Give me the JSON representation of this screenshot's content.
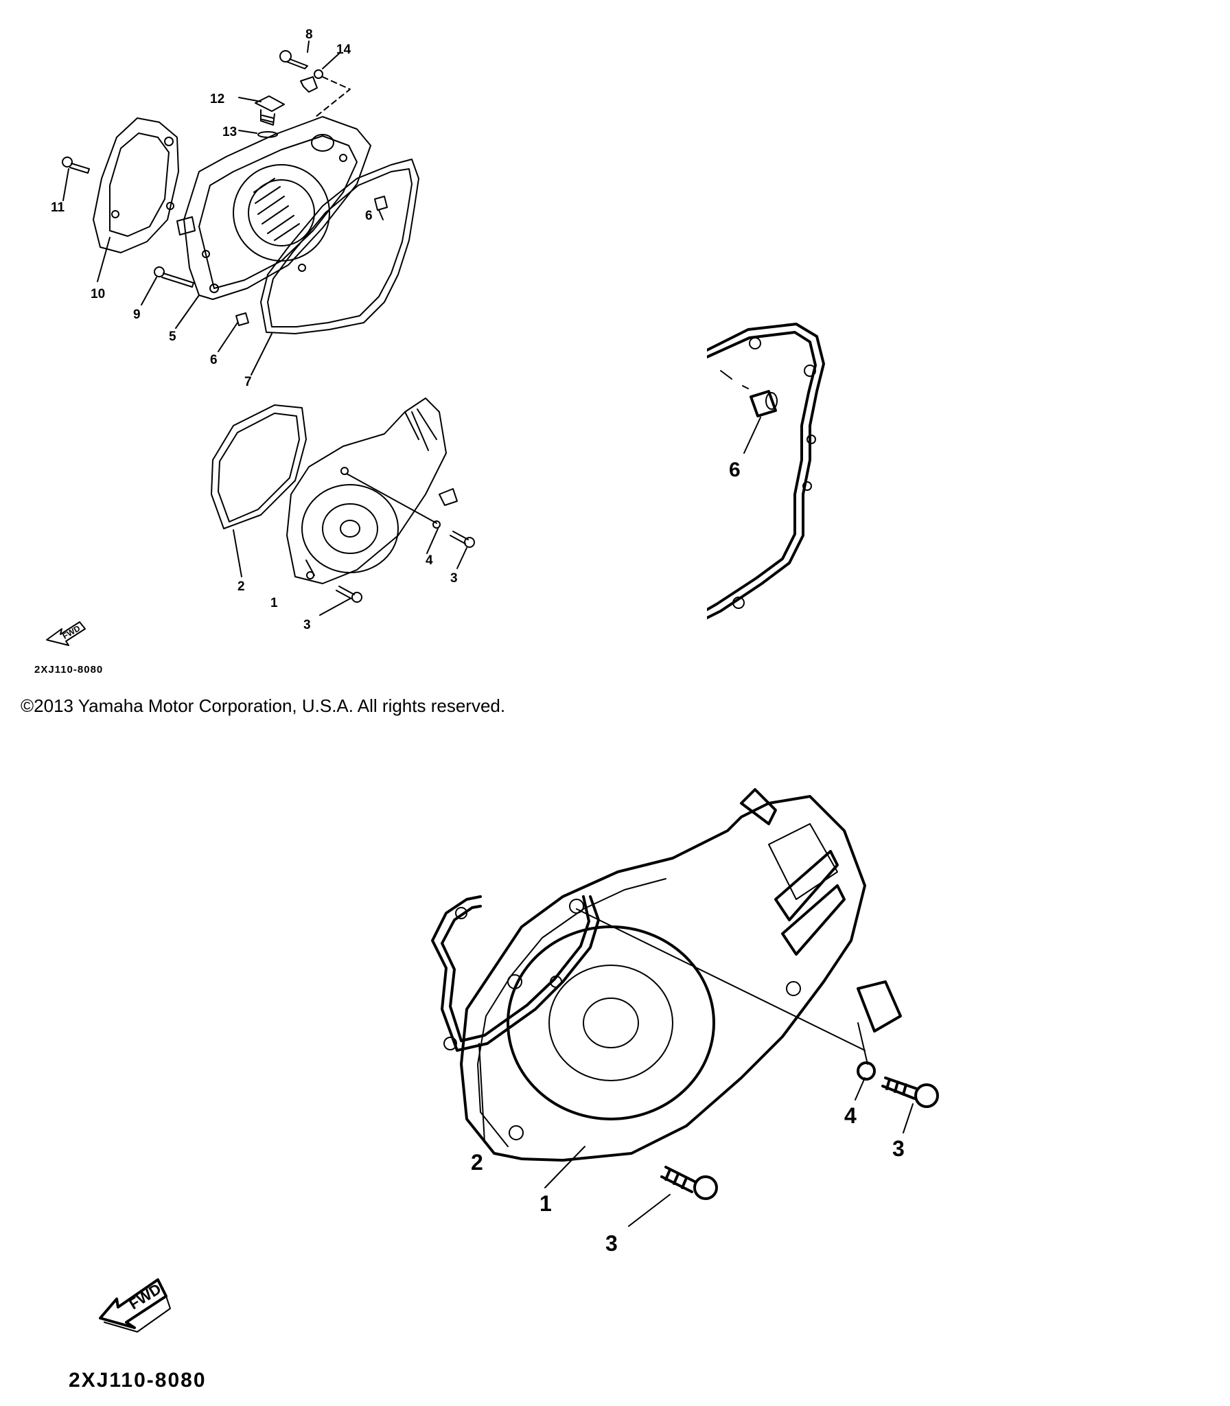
{
  "copyright": "©2013 Yamaha Motor Corporation, U.S.A. All rights reserved.",
  "diagram_code": "2XJ110-8080",
  "fwd_label": "FWD",
  "overview_callouts": [
    {
      "id": "c8",
      "label": "8"
    },
    {
      "id": "c14",
      "label": "14"
    },
    {
      "id": "c12",
      "label": "12"
    },
    {
      "id": "c13",
      "label": "13"
    },
    {
      "id": "c11",
      "label": "11"
    },
    {
      "id": "c10",
      "label": "10"
    },
    {
      "id": "c9",
      "label": "9"
    },
    {
      "id": "c5",
      "label": "5"
    },
    {
      "id": "c6a",
      "label": "6"
    },
    {
      "id": "c6b",
      "label": "6"
    },
    {
      "id": "c7",
      "label": "7"
    },
    {
      "id": "c2",
      "label": "2"
    },
    {
      "id": "c1",
      "label": "1"
    },
    {
      "id": "c4",
      "label": "4"
    },
    {
      "id": "c3a",
      "label": "3"
    },
    {
      "id": "c3b",
      "label": "3"
    }
  ],
  "zoom6_callouts": [
    {
      "id": "z6",
      "label": "6"
    }
  ],
  "zoomcover_callouts": [
    {
      "id": "zc2",
      "label": "2"
    },
    {
      "id": "zc1",
      "label": "1"
    },
    {
      "id": "zc4",
      "label": "4"
    },
    {
      "id": "zc3a",
      "label": "3"
    },
    {
      "id": "zc3b",
      "label": "3"
    }
  ]
}
